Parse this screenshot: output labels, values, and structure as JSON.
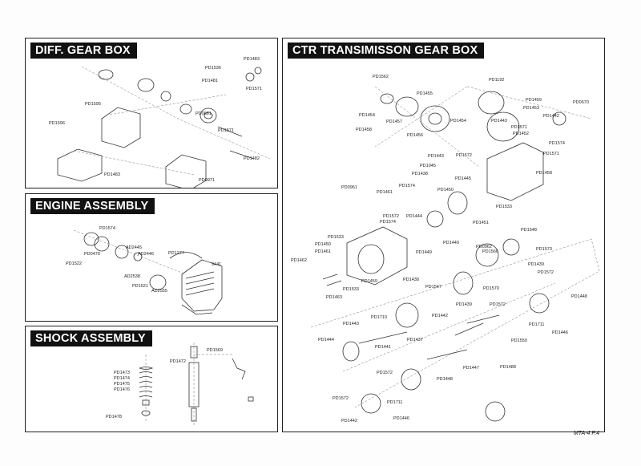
{
  "diff_panel": {
    "title": "DIFF. GEAR BOX",
    "labels": [
      "PD1483",
      "PD1536",
      "PD1481",
      "PD1571",
      "PD1595",
      "PD1596",
      "PD0681",
      "PD1571",
      "PD1482",
      "PD1483",
      "PD0971"
    ]
  },
  "engine_panel": {
    "title": "ENGINE ASSEMBLY",
    "labels": [
      "PD1574",
      "PD0470",
      "PD1522",
      "AD2445",
      "AD2446",
      "PD1277",
      "9441",
      "AD2538",
      "PD1521",
      "AD2555"
    ]
  },
  "shock_panel": {
    "title": "SHOCK ASSEMBLY",
    "labels": [
      "PD1569",
      "PD1472",
      "PD1473",
      "PD1474",
      "PD1475",
      "PD1476",
      "PD1478"
    ]
  },
  "ctr_panel": {
    "title": "CTR TRANSIMISSON GEAR BOX",
    "labels": [
      "PD1562",
      "PD1455",
      "PD1454",
      "PD1457",
      "PD1458",
      "PD1456",
      "PD1454",
      "PD1192",
      "PD1459",
      "PD1453",
      "PD0670",
      "PD1443",
      "PD1442",
      "PD1571",
      "PD1452",
      "PD1574",
      "PD1571",
      "PD1443",
      "PD1572",
      "PD1045",
      "PD1438",
      "PD1445",
      "PD1458",
      "PD0961",
      "PD1461",
      "PD1574",
      "PD1450",
      "PD1533",
      "PD1572",
      "PD1574",
      "PD1444",
      "PD1451",
      "PD1533",
      "PD1450",
      "PD1461",
      "PD1462",
      "PD1449",
      "PD1440",
      "PD1548",
      "PD0962",
      "PD1566",
      "PD1573",
      "PD1439",
      "PD1533",
      "PD1459",
      "PD1463",
      "PD1438",
      "PD1547",
      "PD1439",
      "PD1570",
      "PD1572",
      "PD1448",
      "PD1443",
      "PD1710",
      "PD1442",
      "PD1572",
      "PD1444",
      "PD1441",
      "PD1437",
      "PD1711",
      "PD1446",
      "PD1550",
      "PD1447",
      "PD1488",
      "PD1572",
      "PD1448",
      "PD1572",
      "PD1711",
      "PD1442",
      "PD1446"
    ]
  },
  "footer": "MTA-4  P.4"
}
